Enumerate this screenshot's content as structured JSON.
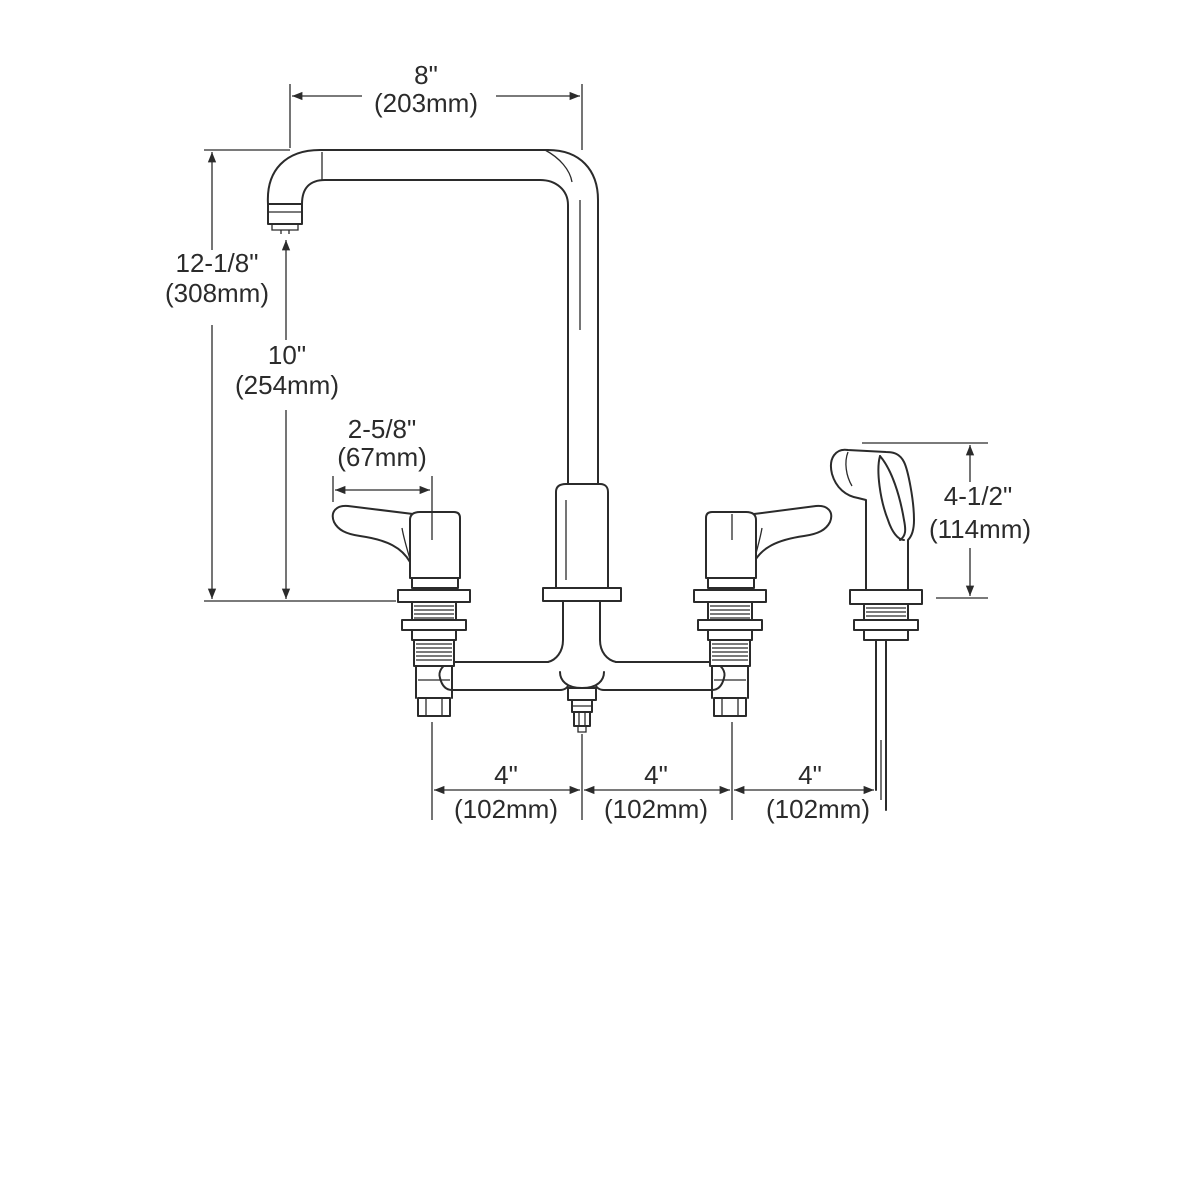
{
  "dimensions": {
    "spout_reach": {
      "imperial": "8\"",
      "metric": "(203mm)"
    },
    "overall_height": {
      "imperial": "12-1/8\"",
      "metric": "(308mm)"
    },
    "spout_clearance": {
      "imperial": "10\"",
      "metric": "(254mm)"
    },
    "handle_length": {
      "imperial": "2-5/8\"",
      "metric": "(67mm)"
    },
    "sprayer_height": {
      "imperial": "4-1/2\"",
      "metric": "(114mm)"
    },
    "spacing_left": {
      "imperial": "4\"",
      "metric": "(102mm)"
    },
    "spacing_middle": {
      "imperial": "4\"",
      "metric": "(102mm)"
    },
    "spacing_right": {
      "imperial": "4\"",
      "metric": "(102mm)"
    }
  },
  "colors": {
    "line": "#2b2b2b",
    "background": "#ffffff"
  }
}
